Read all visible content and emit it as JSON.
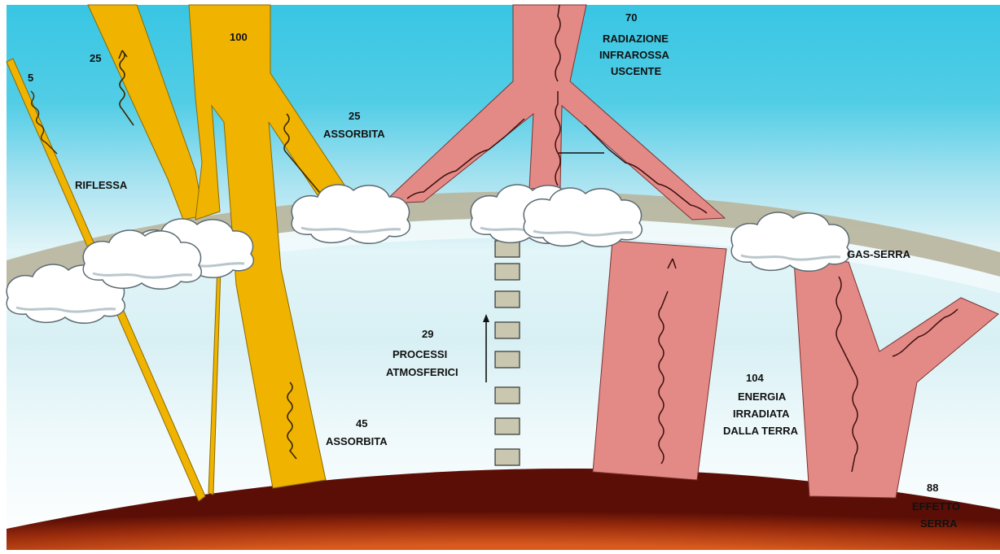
{
  "labels": {
    "incoming_total": "100",
    "reflected_clouds": "25",
    "reflected_surface": "5",
    "reflected": "RIFLESSA",
    "absorbed_atmo_value": "25",
    "absorbed_atmo": "ASSORBITA",
    "outgoing_value": "70",
    "outgoing_line1": "RADIAZIONE",
    "outgoing_line2": "INFRAROSSA",
    "outgoing_line3": "USCENTE",
    "greenhouse_gas": "GAS-SERRA",
    "processes_value": "29",
    "processes_line1": "PROCESSI",
    "processes_line2": "ATMOSFERICI",
    "absorbed_surface_value": "45",
    "absorbed_surface": "ASSORBITA",
    "earth_emitted_value": "104",
    "earth_emitted_line1": "ENERGIA",
    "earth_emitted_line2": "IRRADIATA",
    "earth_emitted_line3": "DALLA TERRA",
    "greenhouse_value": "88",
    "greenhouse_line1": "EFFETTO",
    "greenhouse_line2": "SERRA"
  },
  "colors": {
    "sky_top": "#3cc8e4",
    "sky_mid": "#7fd6ea",
    "sky_low": "#c6ecf4",
    "air_band": "#b9b7a0",
    "solar": "#f0b400",
    "infrared": "#e48a86",
    "earth_dark": "#5a0e06",
    "earth_light": "#c24a18",
    "cloud": "#ffffff",
    "box": "#c9c7af"
  }
}
